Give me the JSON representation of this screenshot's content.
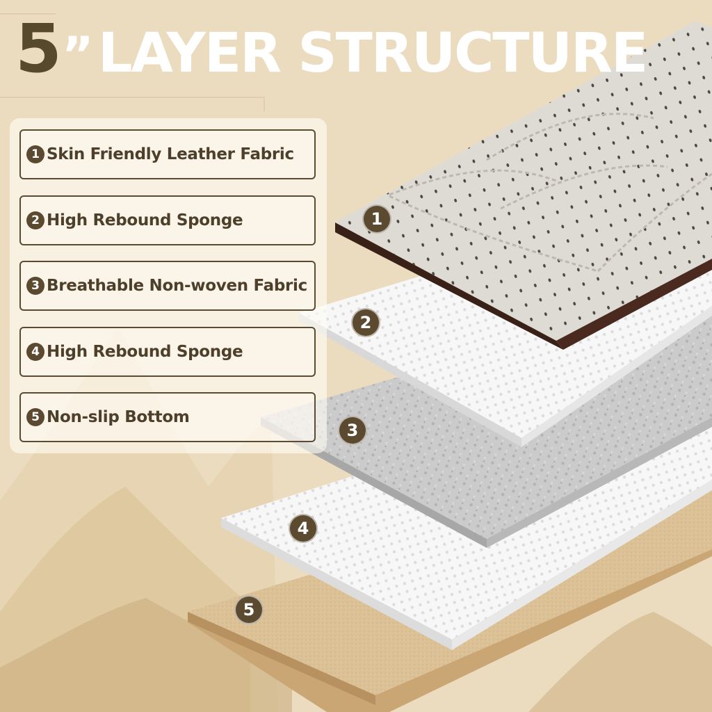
{
  "title": {
    "number": "5",
    "mark": "”",
    "rest": "LAYER STRUCTURE"
  },
  "layers": [
    {
      "num": "1",
      "label": "Skin Friendly Leather Fabric"
    },
    {
      "num": "2",
      "label": "High Rebound Sponge"
    },
    {
      "num": "3",
      "label": "Breathable Non-woven Fabric"
    },
    {
      "num": "4",
      "label": "High Rebound Sponge"
    },
    {
      "num": "5",
      "label": "Non-slip Bottom"
    }
  ],
  "colors": {
    "background": "#ecdcbf",
    "accent": "#574a2c",
    "leather": "#dcd9d3",
    "leather_edge": "#3a2118",
    "sponge": "#f6f6f6",
    "nonwoven": "#c9c9c9",
    "bottom": "#d9bf95"
  }
}
